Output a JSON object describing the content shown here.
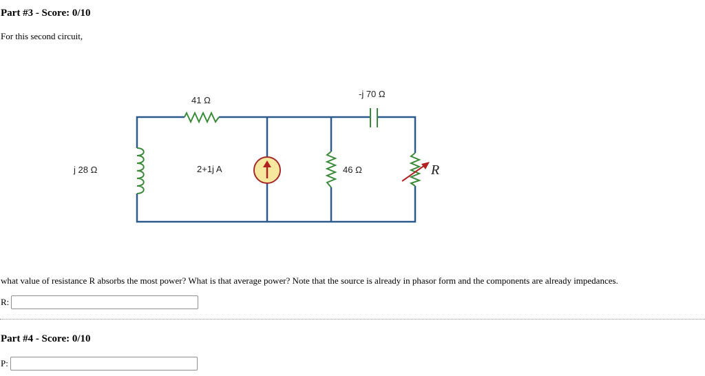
{
  "part3": {
    "title": "Part #3 - Score: 0/10",
    "intro": "For this second circuit,",
    "question": "what value of resistance R absorbs the most power? What is that average power? Note that the source is already in phasor form and the components are already impedances.",
    "answer_label": "R:",
    "answer_value": ""
  },
  "circuit": {
    "inductor_label": "j 28 Ω",
    "resistor1_label": "41 Ω",
    "source_label": "2+1j A",
    "capacitor_label": "-j 70 Ω",
    "resistor2_label": "46 Ω",
    "variable_resistor_label": "R",
    "wire_color": "#2c5a8c",
    "resistor_color": "#3a8a3a",
    "inductor_color": "#3a8a3a",
    "source_fill": "#f7e8a0",
    "source_outline": "#a52a2a",
    "arrow_color": "#b02020"
  },
  "part4": {
    "title": "Part #4 - Score: 0/10",
    "answer_label": "P:",
    "answer_value": ""
  }
}
